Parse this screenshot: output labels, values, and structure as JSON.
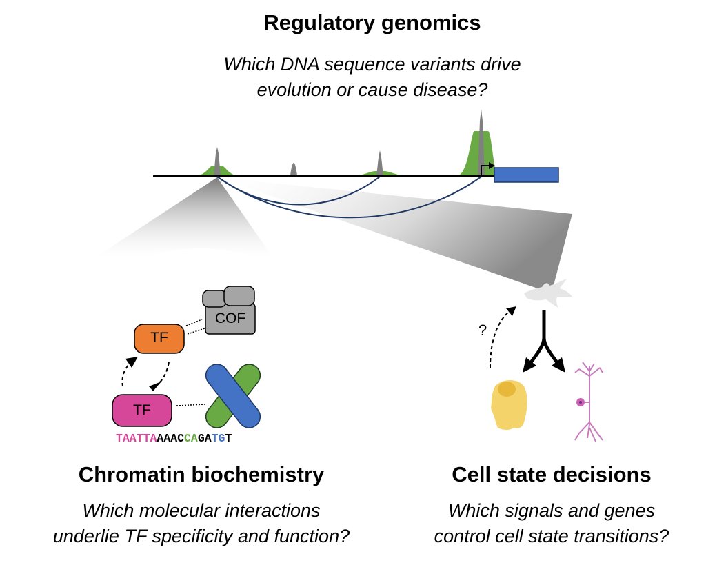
{
  "top": {
    "title": "Regulatory genomics",
    "question_line1": "Which DNA sequence variants drive",
    "question_line2": "evolution or cause disease?"
  },
  "left": {
    "title": "Chromatin biochemistry",
    "question_line1": "Which molecular interactions",
    "question_line2": "underlie TF specificity and function?",
    "tf_top_label": "TF",
    "tf_bottom_label": "TF",
    "cofactor_label": "COF",
    "sequence": [
      {
        "text": "TAATTA",
        "color": "#d6479a"
      },
      {
        "text": "AAAC",
        "color": "#000000"
      },
      {
        "text": "CA",
        "color": "#6aaa45"
      },
      {
        "text": "GA",
        "color": "#000000"
      },
      {
        "text": "TG",
        "color": "#4472c4"
      },
      {
        "text": "T",
        "color": "#000000"
      }
    ]
  },
  "right": {
    "title": "Cell state decisions",
    "question_line1": "Which signals and genes",
    "question_line2": "control cell state transitions?",
    "question_mark": "?"
  },
  "colors": {
    "tf_top": "#ed7d31",
    "tf_bottom": "#d6479a",
    "cofactor": "#a5a5a5",
    "peak_green": "#6aaa45",
    "peak_gray": "#808080",
    "gene_blue": "#4472c4",
    "loop": "#1f3864"
  }
}
